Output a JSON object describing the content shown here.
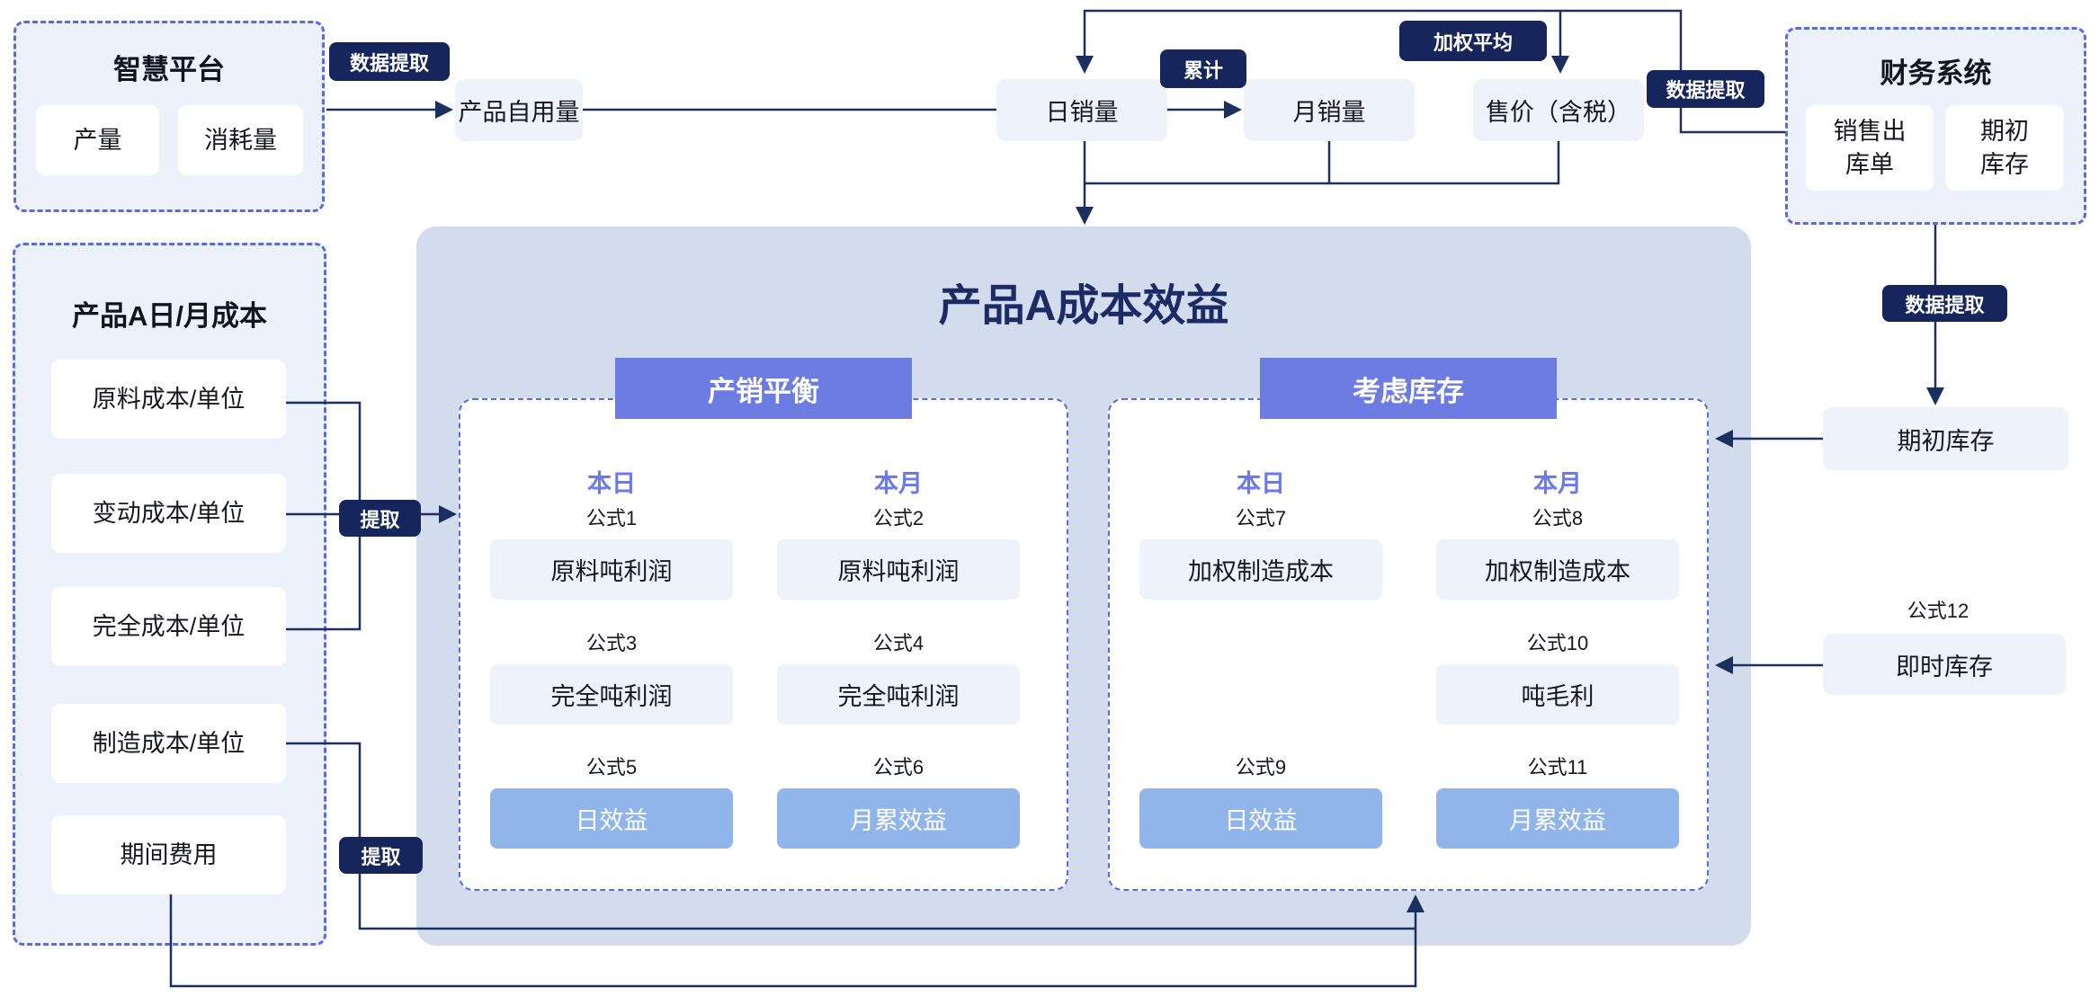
{
  "colors": {
    "line": "#1c3060",
    "badge_bg": "#16265c",
    "panel_border": "#5a6be2",
    "panel_fill": "#edf1fc",
    "big_box_fill": "#d3dcec",
    "header_fill": "#6d7ce2",
    "light_box_fill": "#eef2fb",
    "result_fill": "#8fb5eb",
    "period_text": "#6c7ae9",
    "title_text": "#1c2a66"
  },
  "sources": {
    "smart_platform": {
      "title": "智慧平台",
      "items": [
        "产量",
        "消耗量"
      ]
    },
    "finance_system": {
      "title": "财务系统",
      "items": [
        "销售出\n库单",
        "期初\n库存"
      ]
    },
    "cost_panel": {
      "title": "产品A日/月成本",
      "items": [
        "原料成本/单位",
        "变动成本/单位",
        "完全成本/单位",
        "制造成本/单位",
        "期间费用"
      ]
    }
  },
  "nodes": {
    "self_use": "产品自用量",
    "daily_sales": "日销量",
    "monthly_sales": "月销量",
    "price": "售价（含税）",
    "opening_inventory": "期初库存",
    "realtime_inventory": "即时库存",
    "formula12": "公式12"
  },
  "badges": {
    "data_extract_left": "数据提取",
    "cumulative": "累计",
    "weighted_avg": "加权平均",
    "data_extract_top_right": "数据提取",
    "data_extract_right": "数据提取",
    "extract_upper": "提取",
    "extract_lower": "提取"
  },
  "main": {
    "title": "产品A成本效益",
    "balance": {
      "header": "产销平衡",
      "col1": {
        "period": "本日",
        "f1": "公式1",
        "box1": "原料吨利润",
        "f2": "公式3",
        "box2": "完全吨利润",
        "f3": "公式5",
        "result": "日效益"
      },
      "col2": {
        "period": "本月",
        "f1": "公式2",
        "box1": "原料吨利润",
        "f2": "公式4",
        "box2": "完全吨利润",
        "f3": "公式6",
        "result": "月累效益"
      }
    },
    "inventory": {
      "header": "考虑库存",
      "col1": {
        "period": "本日",
        "f1": "公式7",
        "box1": "加权制造成本",
        "f3": "公式9",
        "result": "日效益"
      },
      "col2": {
        "period": "本月",
        "f1": "公式8",
        "box1": "加权制造成本",
        "f2": "公式10",
        "box2": "吨毛利",
        "f3": "公式11",
        "result": "月累效益"
      }
    }
  }
}
